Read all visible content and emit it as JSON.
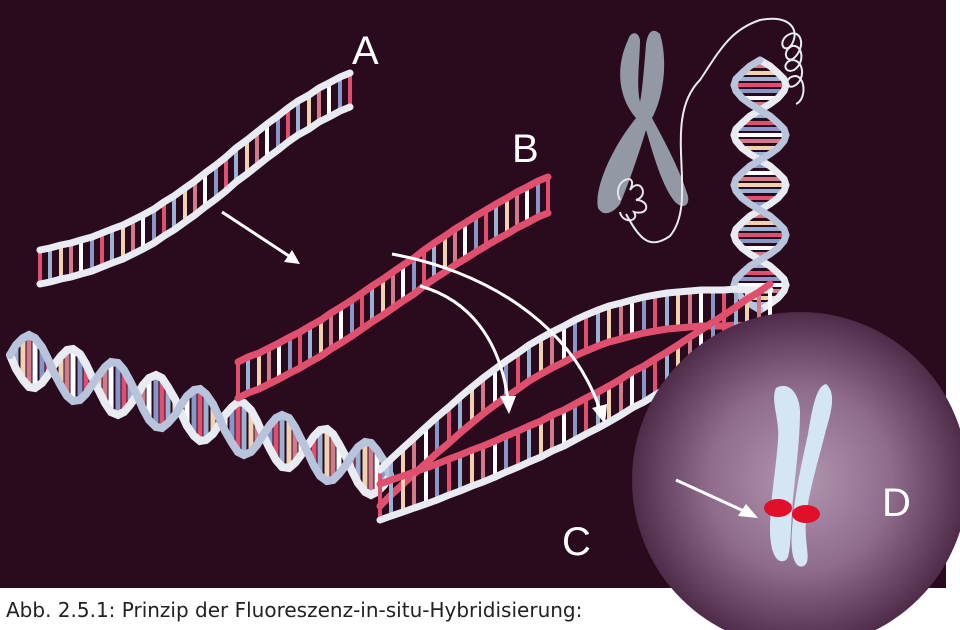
{
  "figure": {
    "labels": {
      "a": "A",
      "b": "B",
      "c": "C",
      "d": "D"
    }
  },
  "caption": "Abb. 2.5.1: Prinzip der Fluoreszenz-in-situ-Hybridisierung:",
  "colors": {
    "background": "#2a0a1d",
    "strand_white": "#e8ecf2",
    "strand_probe": "#e0506e",
    "chromosome_grey": "#9298a4",
    "chromosome_light": "#d4e6f4",
    "signal_red": "#e0102a",
    "nucleus_outer": "#54304f",
    "nucleus_inner": "#a98aa6"
  }
}
